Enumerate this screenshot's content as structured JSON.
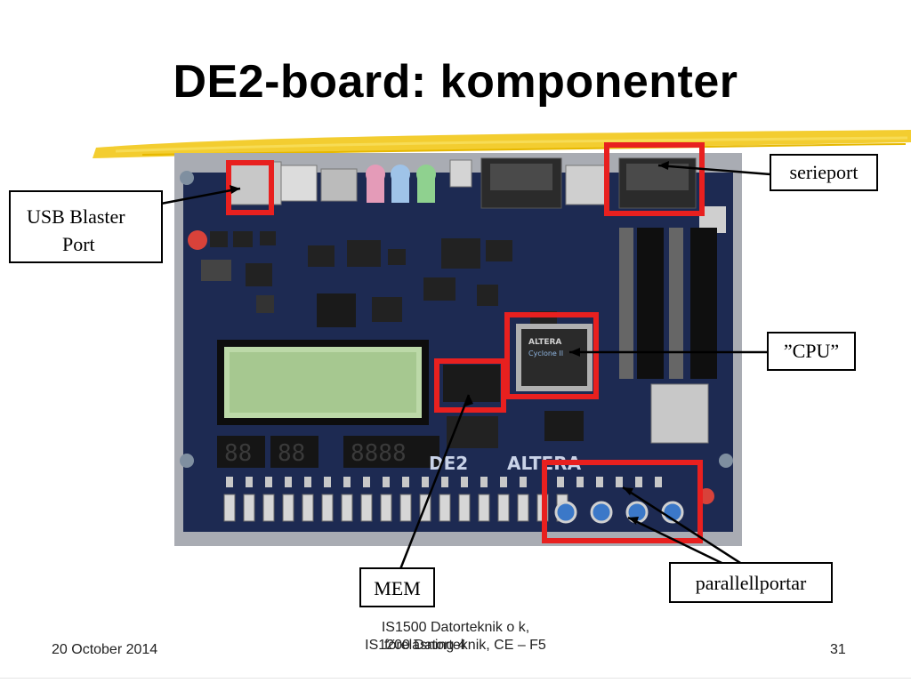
{
  "slide": {
    "title": "DE2-board: komponenter"
  },
  "callouts": {
    "usb_line1": "USB Blaster",
    "usb_line2": "Port",
    "serieport": "serieport",
    "cpu": "”CPU”",
    "mem": "MEM",
    "parallellportar": "parallellportar"
  },
  "footer": {
    "date": "20 October 2014",
    "course_line1": "IS1500 Datorteknik o k,",
    "course_line2": "IS1200 Datorteknik, CE – F5",
    "course_overlap": "föreläsning 4",
    "page": "31"
  },
  "colors": {
    "highlight_box": "#e8201f",
    "title_underline": "#f2c81a",
    "board_pcb": "#1d2a52"
  }
}
